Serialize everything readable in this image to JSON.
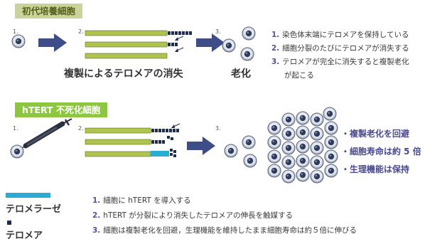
{
  "colors": {
    "section1_bg": "#ccd39a",
    "section1_text": "#545f1a",
    "section2_bg": "#8dc63f",
    "section2_text": "#ffffff",
    "arrow": "#3e4d87",
    "telomere_bar": "#aec44e",
    "telomere_dark": "#1f2d50",
    "telomerase": "#29abd4",
    "list_number": "#5b4da0",
    "benefit_text": "#4a4a8a"
  },
  "section1": {
    "label": "初代培養細胞",
    "steps": [
      "1.",
      "2.",
      "3."
    ],
    "caption_replication": "複製によるテロメアの消失",
    "caption_senescence": "老化",
    "list": [
      {
        "num": "1.",
        "text": "染色体末端にテロメアを保持している"
      },
      {
        "num": "2.",
        "text": "細胞分裂のたびにテロメアが消失する"
      },
      {
        "num": "3.",
        "text": "テロメアが完全に消失すると複製老化"
      },
      {
        "num": "",
        "text": "が起こる"
      }
    ]
  },
  "section2": {
    "label": "hTERT 不死化細胞",
    "steps": [
      "1.",
      "2.",
      "3."
    ],
    "benefits": [
      "・複製老化を回避",
      "・細胞寿命は約 5 倍",
      "・生理機能は保持"
    ]
  },
  "legend": {
    "telomerase_label": "テロメラーゼ",
    "telomere_label": "テロメア"
  },
  "bottom_list": [
    {
      "num": "1.",
      "text": "細胞に hTERT を導入する"
    },
    {
      "num": "2.",
      "text": "hTERT が分裂により消失したテロメアの伸長を触媒する"
    },
    {
      "num": "3.",
      "text": "細胞は複製老化を回避，生理機能を維持したまま細胞寿命は約５倍に伸びる"
    }
  ]
}
